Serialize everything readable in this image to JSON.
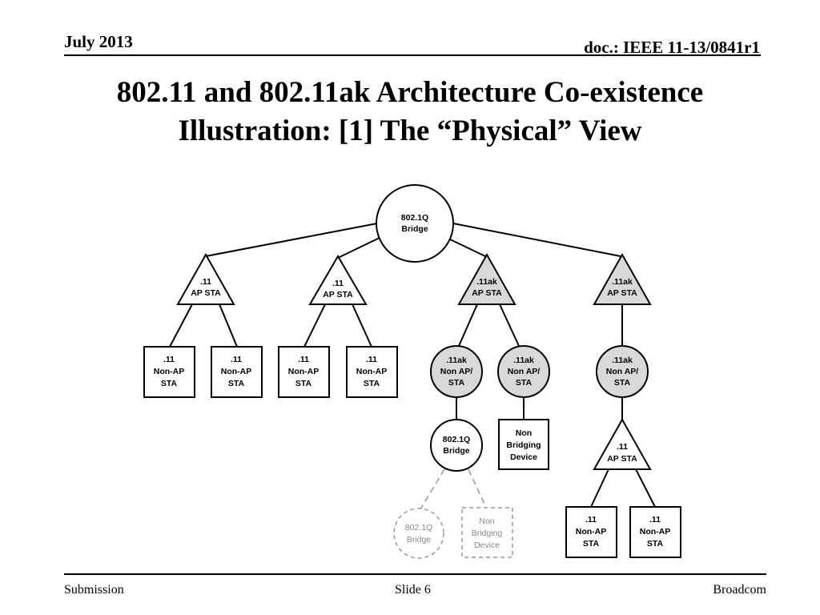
{
  "header": {
    "date": "July 2013",
    "doc": "doc.: IEEE 11-13/0841r1"
  },
  "title": {
    "line1": "802.11 and 802.11ak Architecture Co-existence",
    "line2": "Illustration: [1] The “Physical” View"
  },
  "footer": {
    "left": "Submission",
    "center": "Slide 6",
    "right": "Broadcom"
  },
  "diagram": {
    "colors": {
      "stroke": "#000000",
      "shaded": "#d9d9d9",
      "white": "#ffffff",
      "dashed": "#999999"
    },
    "nodes": {
      "root": {
        "l1": "802.1Q",
        "l2": "Bridge"
      },
      "ap1": {
        "l1": ".11",
        "l2": "AP STA"
      },
      "ap2": {
        "l1": ".11",
        "l2": "AP STA"
      },
      "ak1": {
        "l1": ".11ak",
        "l2": "AP STA"
      },
      "ak2": {
        "l1": ".11ak",
        "l2": "AP STA"
      },
      "n1": {
        "l1": ".11",
        "l2": "Non-AP",
        "l3": "STA"
      },
      "n2": {
        "l1": ".11",
        "l2": "Non-AP",
        "l3": "STA"
      },
      "n3": {
        "l1": ".11",
        "l2": "Non-AP",
        "l3": "STA"
      },
      "n4": {
        "l1": ".11",
        "l2": "Non-AP",
        "l3": "STA"
      },
      "akn1": {
        "l1": ".11ak",
        "l2": "Non AP/",
        "l3": "STA"
      },
      "akn2": {
        "l1": ".11ak",
        "l2": "Non AP/",
        "l3": "STA"
      },
      "akn3": {
        "l1": ".11ak",
        "l2": "Non AP/",
        "l3": "STA"
      },
      "br2": {
        "l1": "802.1Q",
        "l2": "Bridge"
      },
      "nbd1": {
        "l1": "Non",
        "l2": "Bridging",
        "l3": "Device"
      },
      "ap3": {
        "l1": ".11",
        "l2": "AP STA"
      },
      "n5": {
        "l1": ".11",
        "l2": "Non-AP",
        "l3": "STA"
      },
      "n6": {
        "l1": ".11",
        "l2": "Non-AP",
        "l3": "STA"
      },
      "br3": {
        "l1": "802.1Q",
        "l2": "Bridge"
      },
      "nbd2": {
        "l1": "Non",
        "l2": "Bridging",
        "l3": "Device"
      }
    }
  }
}
